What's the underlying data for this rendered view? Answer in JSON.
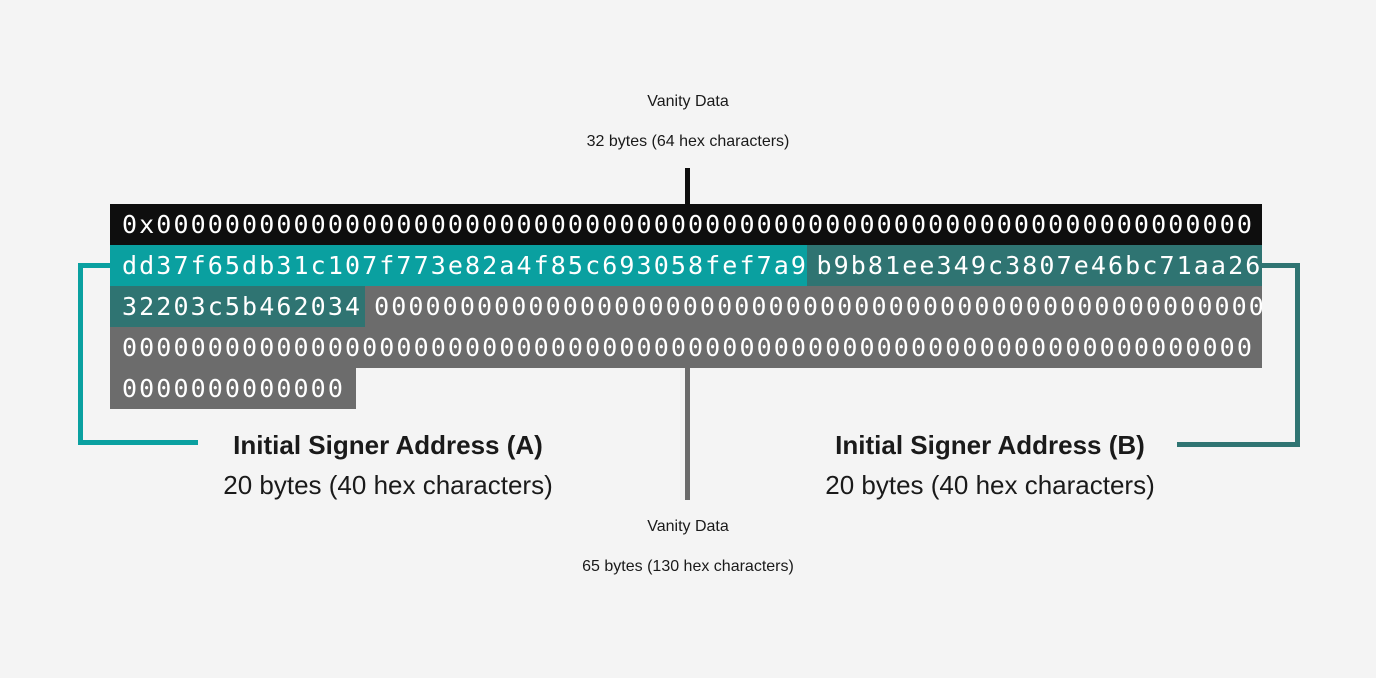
{
  "colors": {
    "background": "#f4f4f4",
    "row_black": "#0e0e0e",
    "address_a_teal": "#0aa0a0",
    "address_b_teal": "#2f7472",
    "zero_padding_gray": "#6c6c6c",
    "hex_text": "#ffffff",
    "label_text": "#1a1a1a"
  },
  "top_annotation": {
    "title": "Vanity Data",
    "subtitle": "32 bytes (64 hex characters)"
  },
  "hex_block": {
    "row1": "0x0000000000000000000000000000000000000000000000000000000000000000",
    "row2_address_a": "dd37f65db31c107f773e82a4f85c693058fef7a9",
    "row2_address_b_part1": "b9b81ee349c3807e46bc71aa26",
    "row3_address_b_part2": "32203c5b462034",
    "row3_zeros": "0000000000000000000000000000000000000000000000000000",
    "row4_zeros": "000000000000000000000000000000000000000000000000000000000000000000",
    "row5_zeros": "0000000000000"
  },
  "label_a": {
    "title": "Initial Signer Address (A)",
    "subtitle": "20 bytes (40 hex characters)"
  },
  "label_b": {
    "title": "Initial Signer Address (B)",
    "subtitle": "20 bytes (40 hex characters)"
  },
  "bottom_annotation": {
    "title": "Vanity Data",
    "subtitle": "65 bytes (130 hex characters)"
  }
}
